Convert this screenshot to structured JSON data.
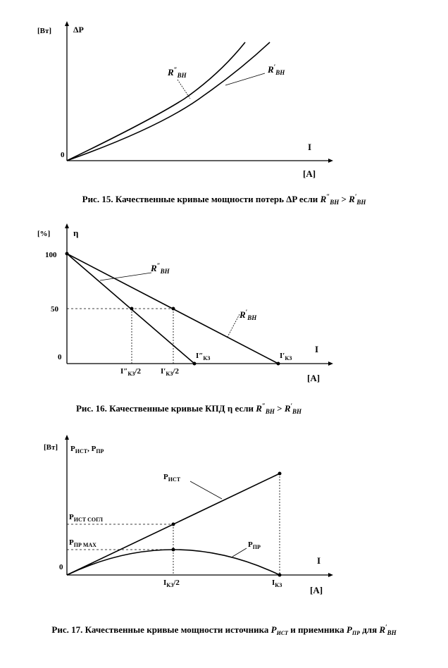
{
  "figures": [
    {
      "y_unit": "[Вт]",
      "y_label": "ΔP",
      "x_label": "I",
      "x_unit": "[A]",
      "origin_label": "0",
      "curve_labels": [
        {
          "main": "R",
          "primes": "″",
          "sub": "BH"
        },
        {
          "main": "R",
          "primes": "′",
          "sub": "BH"
        }
      ],
      "caption": "Рис. 15. Качественные кривые мощности потерь ΔP если R″BH > R′BH"
    },
    {
      "y_unit": "[%]",
      "y_label": "η",
      "x_label": "I",
      "x_unit": "[A]",
      "origin_label": "0",
      "y_ticks": [
        "100",
        "50"
      ],
      "curve_labels": [
        {
          "main": "R",
          "primes": "″",
          "sub": "BH"
        },
        {
          "main": "R",
          "primes": "′",
          "sub": "BH"
        }
      ],
      "point_labels": [
        {
          "main": "I″",
          "sub": "КЗ"
        },
        {
          "main": "I′",
          "sub": "КЗ"
        },
        {
          "main": "I″",
          "sub": "КЗ",
          "suffix": "/2"
        },
        {
          "main": "I′",
          "sub": "КЗ",
          "suffix": "/2"
        }
      ],
      "caption": "Рис. 16. Качественные кривые КПД η если R″BH > R′BH"
    },
    {
      "y_unit": "[Вт]",
      "y_label_parts": [
        {
          "main": "P",
          "sub": "ИСТ"
        },
        {
          "main": ", P",
          "sub": "ПР"
        }
      ],
      "x_label": "I",
      "x_unit": "[A]",
      "origin_label": "0",
      "level_labels": [
        {
          "main": "P",
          "sub": "ИСТ СОГЛ"
        },
        {
          "main": "P",
          "sub": "ПР MAX"
        }
      ],
      "curve_labels": [
        {
          "main": "P",
          "sub": "ИСТ"
        },
        {
          "main": "P",
          "sub": "ПР"
        }
      ],
      "point_labels": [
        {
          "main": "I",
          "sub": "КЗ",
          "suffix": "/2"
        },
        {
          "main": "I",
          "sub": "КЗ"
        }
      ],
      "caption": "Рис. 17. Качественные кривые мощности источника P ИСТ и приемника P ПР для R′BH"
    }
  ],
  "colors": {
    "ink": "#000000",
    "background": "#ffffff"
  }
}
